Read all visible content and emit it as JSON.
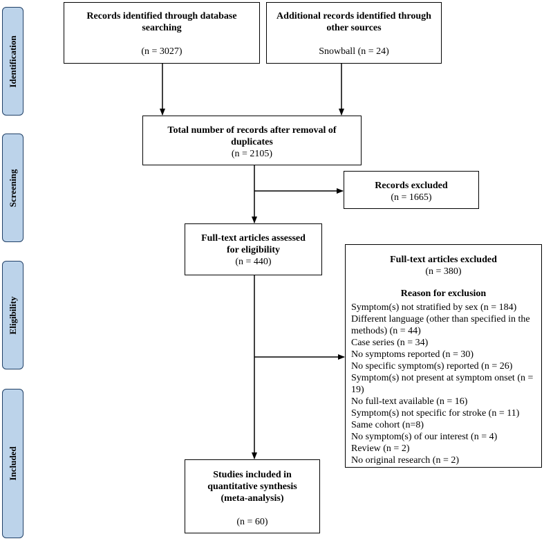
{
  "stages": {
    "identification": "Identification",
    "screening": "Screening",
    "eligibility": "Eligibility",
    "included": "Included"
  },
  "boxes": {
    "database": {
      "title": "Records identified through database searching",
      "count": "(n = 3027)"
    },
    "other_sources": {
      "title": "Additional records identified through other sources",
      "detail": "Snowball (n = 24)"
    },
    "after_duplicates": {
      "title_line1": "Total number of records after removal of",
      "title_line2": "duplicates",
      "count": "(n = 2105)"
    },
    "records_excluded": {
      "title": "Records excluded",
      "count": "(n = 1665)"
    },
    "fulltext_assessed": {
      "title_line1": "Full-text articles assessed",
      "title_line2": "for eligibility",
      "count": "(n = 440)"
    },
    "fulltext_excluded": {
      "title": "Full-text articles excluded",
      "count": "(n = 380)",
      "reason_heading": "Reason for exclusion",
      "reasons": [
        "Symptom(s) not stratified by sex (n = 184)",
        "Different language (other than specified in the",
        "methods) (n = 44)",
        "Case series (n = 34)",
        "No symptoms reported (n = 30)",
        "No specific symptom(s) reported (n = 26)",
        "Symptom(s) not present at symptom onset (n =",
        "19)",
        "No full-text available (n = 16)",
        "Symptom(s) not specific for stroke (n = 11)",
        "Same cohort (n=8)",
        "No symptom(s) of our interest (n = 4)",
        "Review (n = 2)",
        "No original research (n = 2)"
      ]
    },
    "included": {
      "title_line1": "Studies included in",
      "title_line2": "quantitative synthesis",
      "title_line3": "(meta-analysis)",
      "count": "(n = 60)"
    }
  }
}
